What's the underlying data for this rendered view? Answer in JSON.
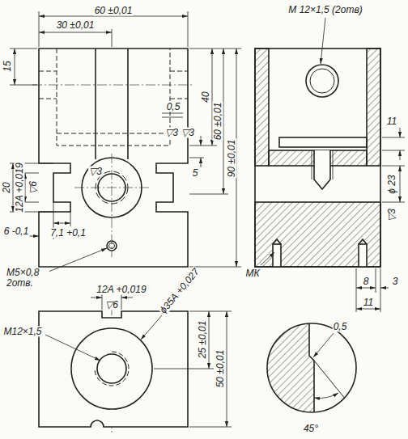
{
  "diagram": {
    "labels": [
      "60 ±0,01",
      "30 ±0,01",
      "15",
      "40",
      "0,5",
      "▽3",
      "▽3",
      "5",
      "60 ±0,01",
      "90 ±0,01",
      "M 12×1,5 (2отв)",
      "11",
      "▽3",
      "ϕ 23",
      "20",
      "12A +0,019",
      "▽6",
      "▽3",
      "6 -0,1",
      "7,1 +0,1",
      "M5×0,8 2отв.",
      "МК",
      "8",
      "3",
      "11",
      "12A +0,019",
      "▽6",
      "ϕ35A +0,027",
      "M12×1,5",
      "25 ±0,01",
      "50 ±0,01",
      "0,5",
      "45°"
    ]
  }
}
